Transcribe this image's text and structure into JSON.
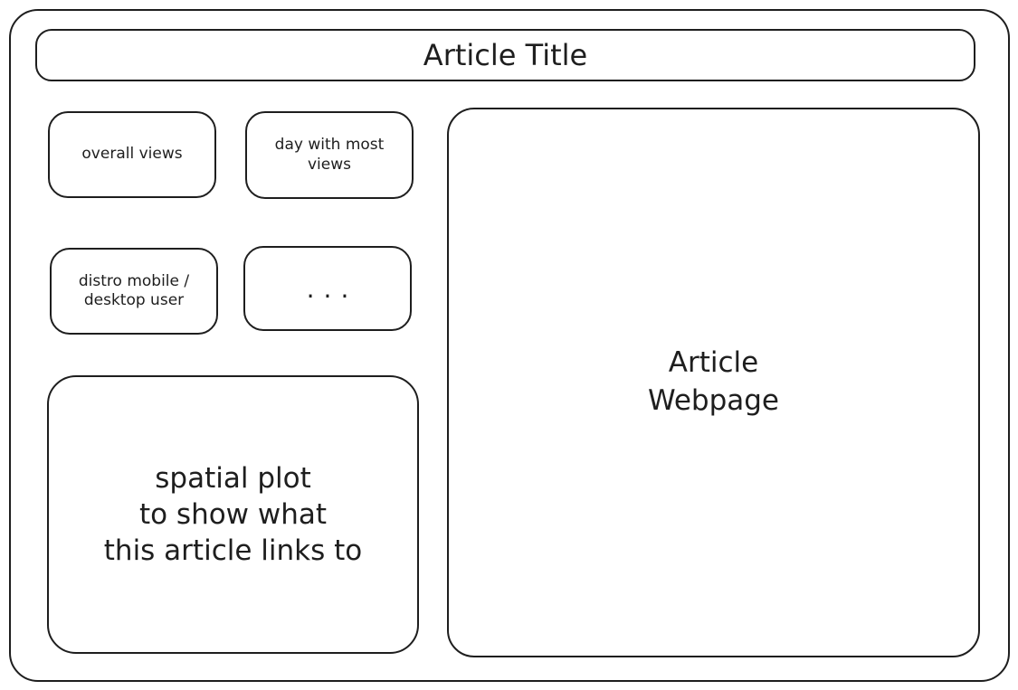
{
  "header": {
    "title": "Article Title"
  },
  "stats": {
    "overall_views": "overall views",
    "day_most_views": "day with most\nviews",
    "distro_users": "distro mobile /\ndesktop user",
    "more": "..."
  },
  "spatial_plot": {
    "label": "spatial plot\nto show what\nthis article links to"
  },
  "article_webpage": {
    "label": "Article\nWebpage"
  }
}
